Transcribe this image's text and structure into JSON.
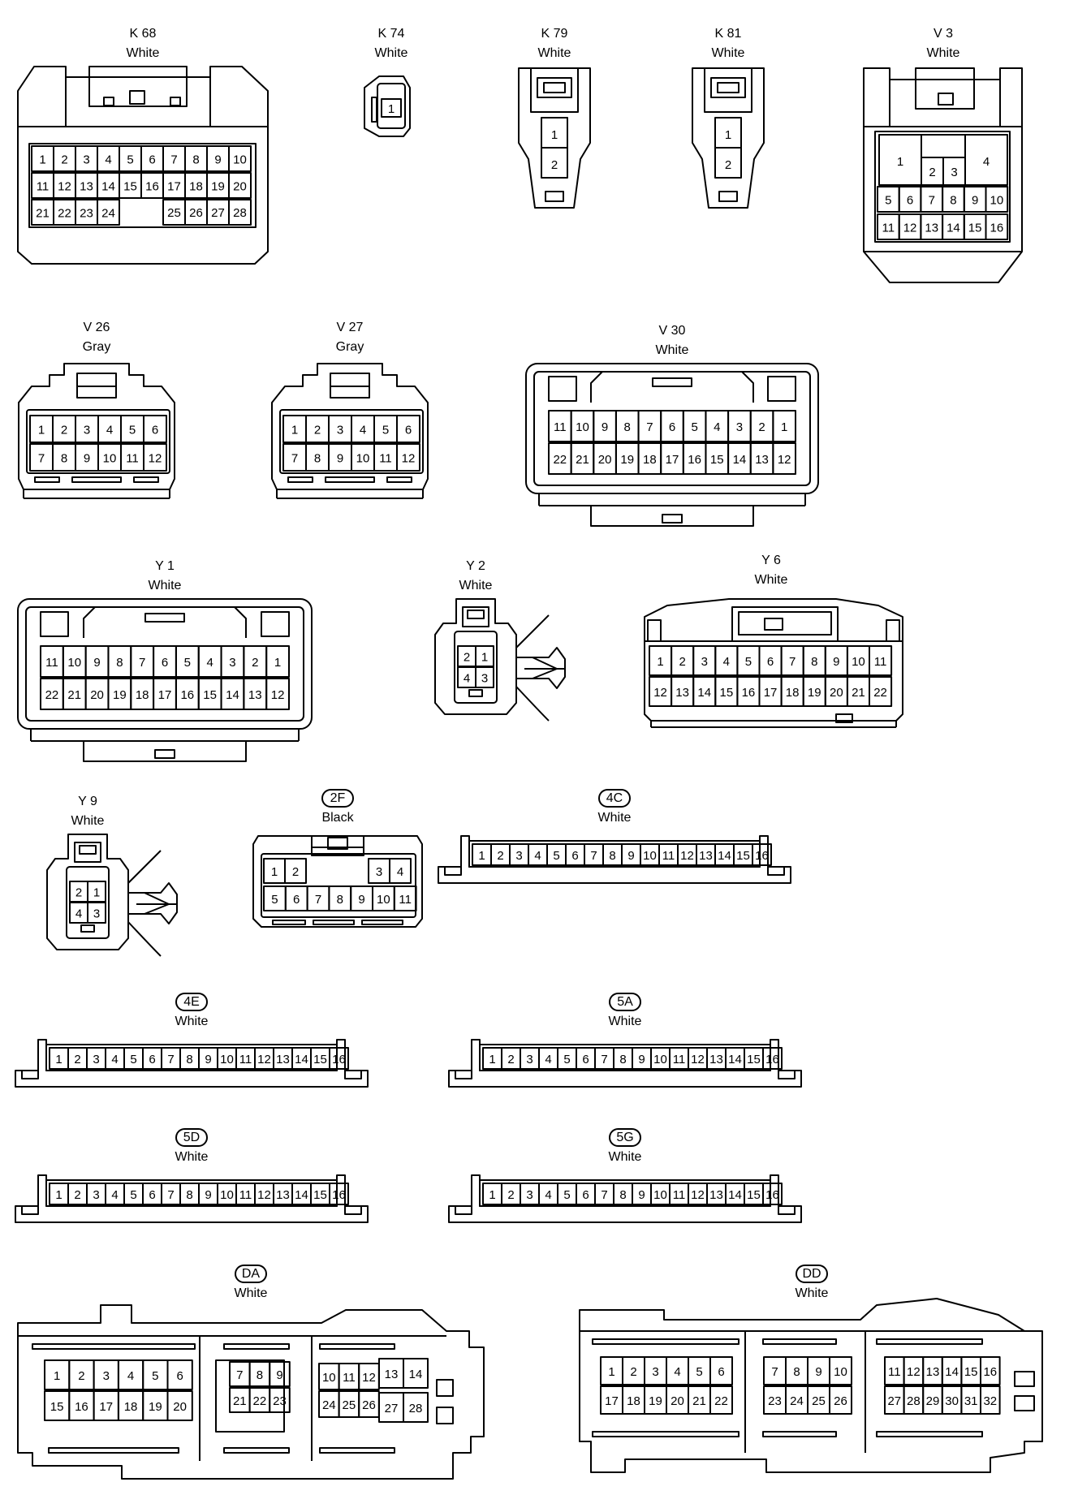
{
  "connectors": {
    "k68": {
      "code": "K 68",
      "color": "White",
      "rows": [
        [
          "1",
          "2",
          "3",
          "4",
          "5",
          "6",
          "7",
          "8",
          "9",
          "10"
        ],
        [
          "11",
          "12",
          "13",
          "14",
          "15",
          "16",
          "17",
          "18",
          "19",
          "20"
        ],
        [
          "21",
          "22",
          "23",
          "24",
          "25",
          "26",
          "27",
          "28"
        ]
      ]
    },
    "k74": {
      "code": "K 74",
      "color": "White",
      "pins": [
        "1"
      ]
    },
    "k79": {
      "code": "K 79",
      "color": "White",
      "pins": [
        "1",
        "2"
      ]
    },
    "k81": {
      "code": "K 81",
      "color": "White",
      "pins": [
        "1",
        "2"
      ]
    },
    "v3": {
      "code": "V 3",
      "color": "White",
      "pins": [
        "1",
        "2",
        "3",
        "4",
        "5",
        "6",
        "7",
        "8",
        "9",
        "10",
        "11",
        "12",
        "13",
        "14",
        "15",
        "16"
      ]
    },
    "v26": {
      "code": "V 26",
      "color": "Gray",
      "rows": [
        [
          "1",
          "2",
          "3",
          "4",
          "5",
          "6"
        ],
        [
          "7",
          "8",
          "9",
          "10",
          "11",
          "12"
        ]
      ]
    },
    "v27": {
      "code": "V 27",
      "color": "Gray",
      "rows": [
        [
          "1",
          "2",
          "3",
          "4",
          "5",
          "6"
        ],
        [
          "7",
          "8",
          "9",
          "10",
          "11",
          "12"
        ]
      ]
    },
    "v30": {
      "code": "V 30",
      "color": "White",
      "rows": [
        [
          "11",
          "10",
          "9",
          "8",
          "7",
          "6",
          "5",
          "4",
          "3",
          "2",
          "1"
        ],
        [
          "22",
          "21",
          "20",
          "19",
          "18",
          "17",
          "16",
          "15",
          "14",
          "13",
          "12"
        ]
      ]
    },
    "y1": {
      "code": "Y 1",
      "color": "White",
      "rows": [
        [
          "11",
          "10",
          "9",
          "8",
          "7",
          "6",
          "5",
          "4",
          "3",
          "2",
          "1"
        ],
        [
          "22",
          "21",
          "20",
          "19",
          "18",
          "17",
          "16",
          "15",
          "14",
          "13",
          "12"
        ]
      ]
    },
    "y2": {
      "code": "Y 2",
      "color": "White",
      "rows": [
        [
          "2",
          "1"
        ],
        [
          "4",
          "3"
        ]
      ]
    },
    "y6": {
      "code": "Y 6",
      "color": "White",
      "rows": [
        [
          "1",
          "2",
          "3",
          "4",
          "5",
          "6",
          "7",
          "8",
          "9",
          "10",
          "11"
        ],
        [
          "12",
          "13",
          "14",
          "15",
          "16",
          "17",
          "18",
          "19",
          "20",
          "21",
          "22"
        ]
      ]
    },
    "y9": {
      "code": "Y 9",
      "color": "White",
      "rows": [
        [
          "2",
          "1"
        ],
        [
          "4",
          "3"
        ]
      ]
    },
    "f2": {
      "code": "2F",
      "color": "Black",
      "rows": [
        [
          "1",
          "2",
          "3",
          "4"
        ],
        [
          "5",
          "6",
          "7",
          "8",
          "9",
          "10",
          "11"
        ]
      ]
    },
    "c4": {
      "code": "4C",
      "color": "White",
      "pins": [
        "1",
        "2",
        "3",
        "4",
        "5",
        "6",
        "7",
        "8",
        "9",
        "10",
        "11",
        "12",
        "13",
        "14",
        "15",
        "16"
      ]
    },
    "e4": {
      "code": "4E",
      "color": "White",
      "pins": [
        "1",
        "2",
        "3",
        "4",
        "5",
        "6",
        "7",
        "8",
        "9",
        "10",
        "11",
        "12",
        "13",
        "14",
        "15",
        "16"
      ]
    },
    "a5": {
      "code": "5A",
      "color": "White",
      "pins": [
        "1",
        "2",
        "3",
        "4",
        "5",
        "6",
        "7",
        "8",
        "9",
        "10",
        "11",
        "12",
        "13",
        "14",
        "15",
        "16"
      ]
    },
    "d5": {
      "code": "5D",
      "color": "White",
      "pins": [
        "1",
        "2",
        "3",
        "4",
        "5",
        "6",
        "7",
        "8",
        "9",
        "10",
        "11",
        "12",
        "13",
        "14",
        "15",
        "16"
      ]
    },
    "g5": {
      "code": "5G",
      "color": "White",
      "pins": [
        "1",
        "2",
        "3",
        "4",
        "5",
        "6",
        "7",
        "8",
        "9",
        "10",
        "11",
        "12",
        "13",
        "14",
        "15",
        "16"
      ]
    },
    "da": {
      "code": "DA",
      "color": "White",
      "groups": [
        [
          [
            "1",
            "2",
            "3",
            "4",
            "5",
            "6"
          ],
          [
            "15",
            "16",
            "17",
            "18",
            "19",
            "20"
          ]
        ],
        [
          [
            "7",
            "8",
            "9"
          ],
          [
            "21",
            "22",
            "23"
          ]
        ],
        [
          [
            "10",
            "11",
            "12",
            "13",
            "14"
          ],
          [
            "24",
            "25",
            "26",
            "27",
            "28"
          ]
        ]
      ]
    },
    "dd": {
      "code": "DD",
      "color": "White",
      "groups": [
        [
          [
            "1",
            "2",
            "3",
            "4",
            "5",
            "6"
          ],
          [
            "17",
            "18",
            "19",
            "20",
            "21",
            "22"
          ]
        ],
        [
          [
            "7",
            "8",
            "9",
            "10"
          ],
          [
            "23",
            "24",
            "25",
            "26"
          ]
        ],
        [
          [
            "11",
            "12",
            "13",
            "14",
            "15",
            "16"
          ],
          [
            "27",
            "28",
            "29",
            "30",
            "31",
            "32"
          ]
        ]
      ]
    }
  }
}
